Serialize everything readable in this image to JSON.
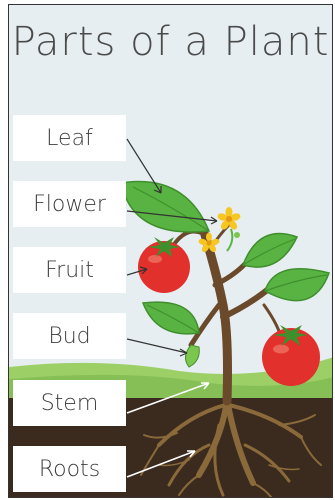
{
  "title": "Parts of a Plant",
  "labels": {
    "leaf": "Leaf",
    "flower": "Flower",
    "fruit": "Fruit",
    "bud": "Bud",
    "stem": "Stem",
    "roots": "Roots"
  },
  "colors": {
    "sky": "#e6eef1",
    "grass": "#9ccf66",
    "soil": "#3b2a1e",
    "stem": "#6b4a2b",
    "leaf": "#59b342",
    "fruit": "#e2302c",
    "flower": "#f6c623",
    "root": "#8a6a3a"
  }
}
